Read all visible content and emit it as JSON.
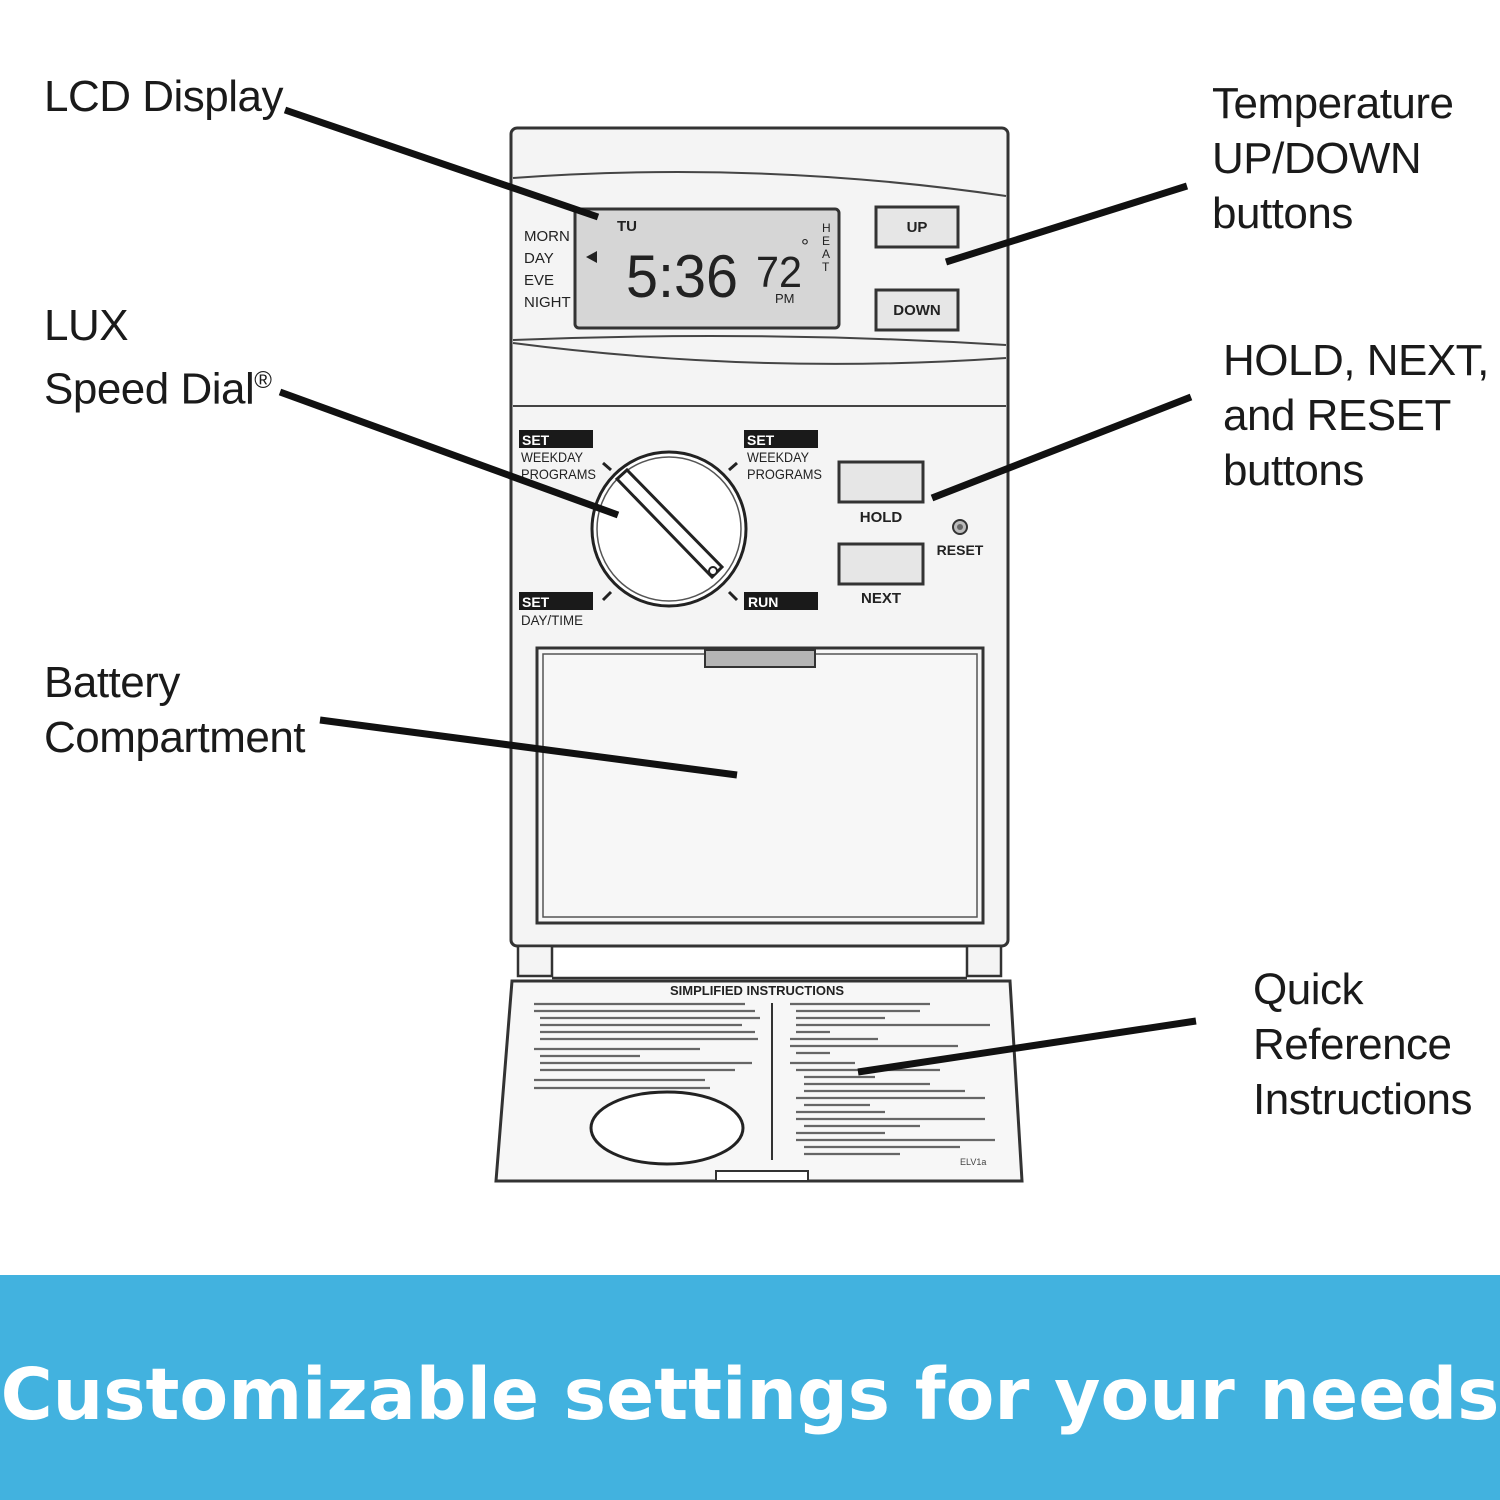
{
  "callouts": {
    "lcd": "LCD Display",
    "temp_buttons": "Temperature\nUP/DOWN\nbuttons",
    "speed_dial_line1": "LUX",
    "speed_dial_line2": "Speed Dial",
    "speed_dial_mark": "®",
    "hold_next_reset": "HOLD, NEXT,\nand RESET\nbuttons",
    "battery": "Battery\nCompartment",
    "quick_ref": "Quick\nReference\nInstructions"
  },
  "lcd": {
    "day": "TU",
    "periods": [
      "MORN",
      "DAY",
      "EVE",
      "NIGHT"
    ],
    "time": "5:36",
    "temp": "72",
    "degree": "°",
    "mode": "HEAT",
    "ampm": "PM"
  },
  "buttons": {
    "up": "UP",
    "down": "DOWN",
    "hold": "HOLD",
    "next": "NEXT",
    "reset": "RESET"
  },
  "dial": {
    "set_label": "SET",
    "weekday_programs": "WEEKDAY PROGRAMS",
    "weekday_programs_line1": "WEEKDAY",
    "weekday_programs_line2": "PROGRAMS",
    "day_time": "DAY/TIME",
    "run": "RUN"
  },
  "instructions_card": {
    "title": "SIMPLIFIED INSTRUCTIONS",
    "code": "ELV1a"
  },
  "footer": {
    "tagline": "Customizable settings for your needs",
    "background_color": "#42b2df"
  }
}
